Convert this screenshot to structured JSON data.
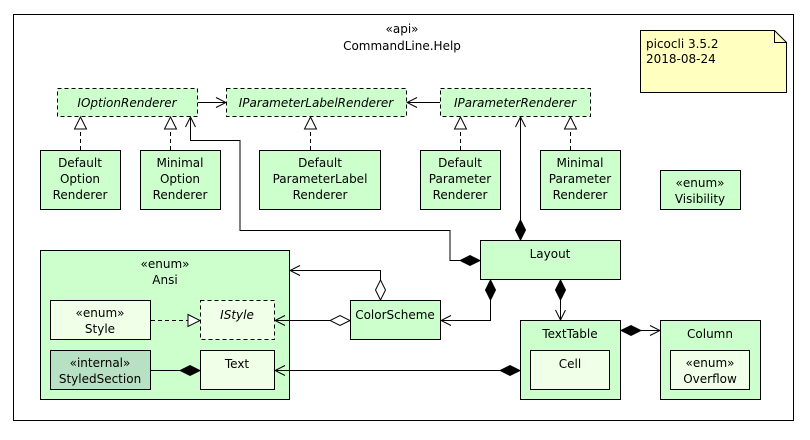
{
  "package": {
    "stereotype": "«api»",
    "name": "CommandLine.Help"
  },
  "note": {
    "line1": "picocli 3.5.2",
    "line2": "2018-08-24"
  },
  "interfaces": {
    "option_renderer": "IOptionRenderer",
    "parameter_label_renderer": "IParameterLabelRenderer",
    "parameter_renderer": "IParameterRenderer"
  },
  "classes": {
    "default_option_renderer": [
      "Default",
      "Option",
      "Renderer"
    ],
    "minimal_option_renderer": [
      "Minimal",
      "Option",
      "Renderer"
    ],
    "default_parameter_label_renderer": [
      "Default",
      "ParameterLabel",
      "Renderer"
    ],
    "default_parameter_renderer": [
      "Default",
      "Parameter",
      "Renderer"
    ],
    "minimal_parameter_renderer": [
      "Minimal",
      "Parameter",
      "Renderer"
    ],
    "visibility": [
      "«enum»",
      "Visibility"
    ],
    "layout": "Layout",
    "ansi": [
      "«enum»",
      "Ansi"
    ],
    "style": [
      "«enum»",
      "Style"
    ],
    "istyle": "IStyle",
    "styled_section": [
      "«internal»",
      "StyledSection"
    ],
    "text": "Text",
    "color_scheme": "ColorScheme",
    "text_table": "TextTable",
    "cell": "Cell",
    "column": "Column",
    "overflow": [
      "«enum»",
      "Overflow"
    ]
  },
  "colors": {
    "class_fill": "#ccffcc",
    "dark_fill": "#b8e0c2",
    "note_fill": "#ffffc0",
    "line": "#000000"
  }
}
